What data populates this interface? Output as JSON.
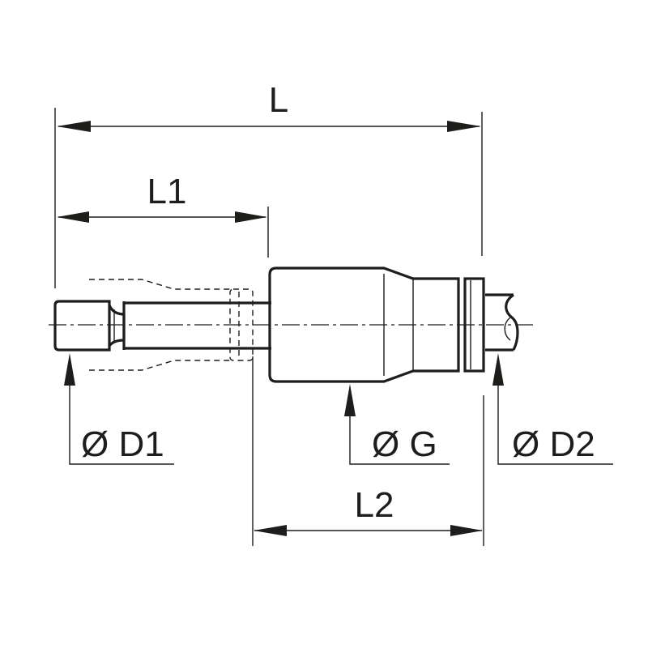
{
  "dimensions": {
    "overall_length": "L",
    "length_1": "L1",
    "length_2": "L2",
    "diameter_1": "Ø D1",
    "diameter_g": "Ø G",
    "diameter_2": "Ø D2"
  },
  "colors": {
    "line": "#1d1d1b",
    "background": "#ffffff"
  }
}
